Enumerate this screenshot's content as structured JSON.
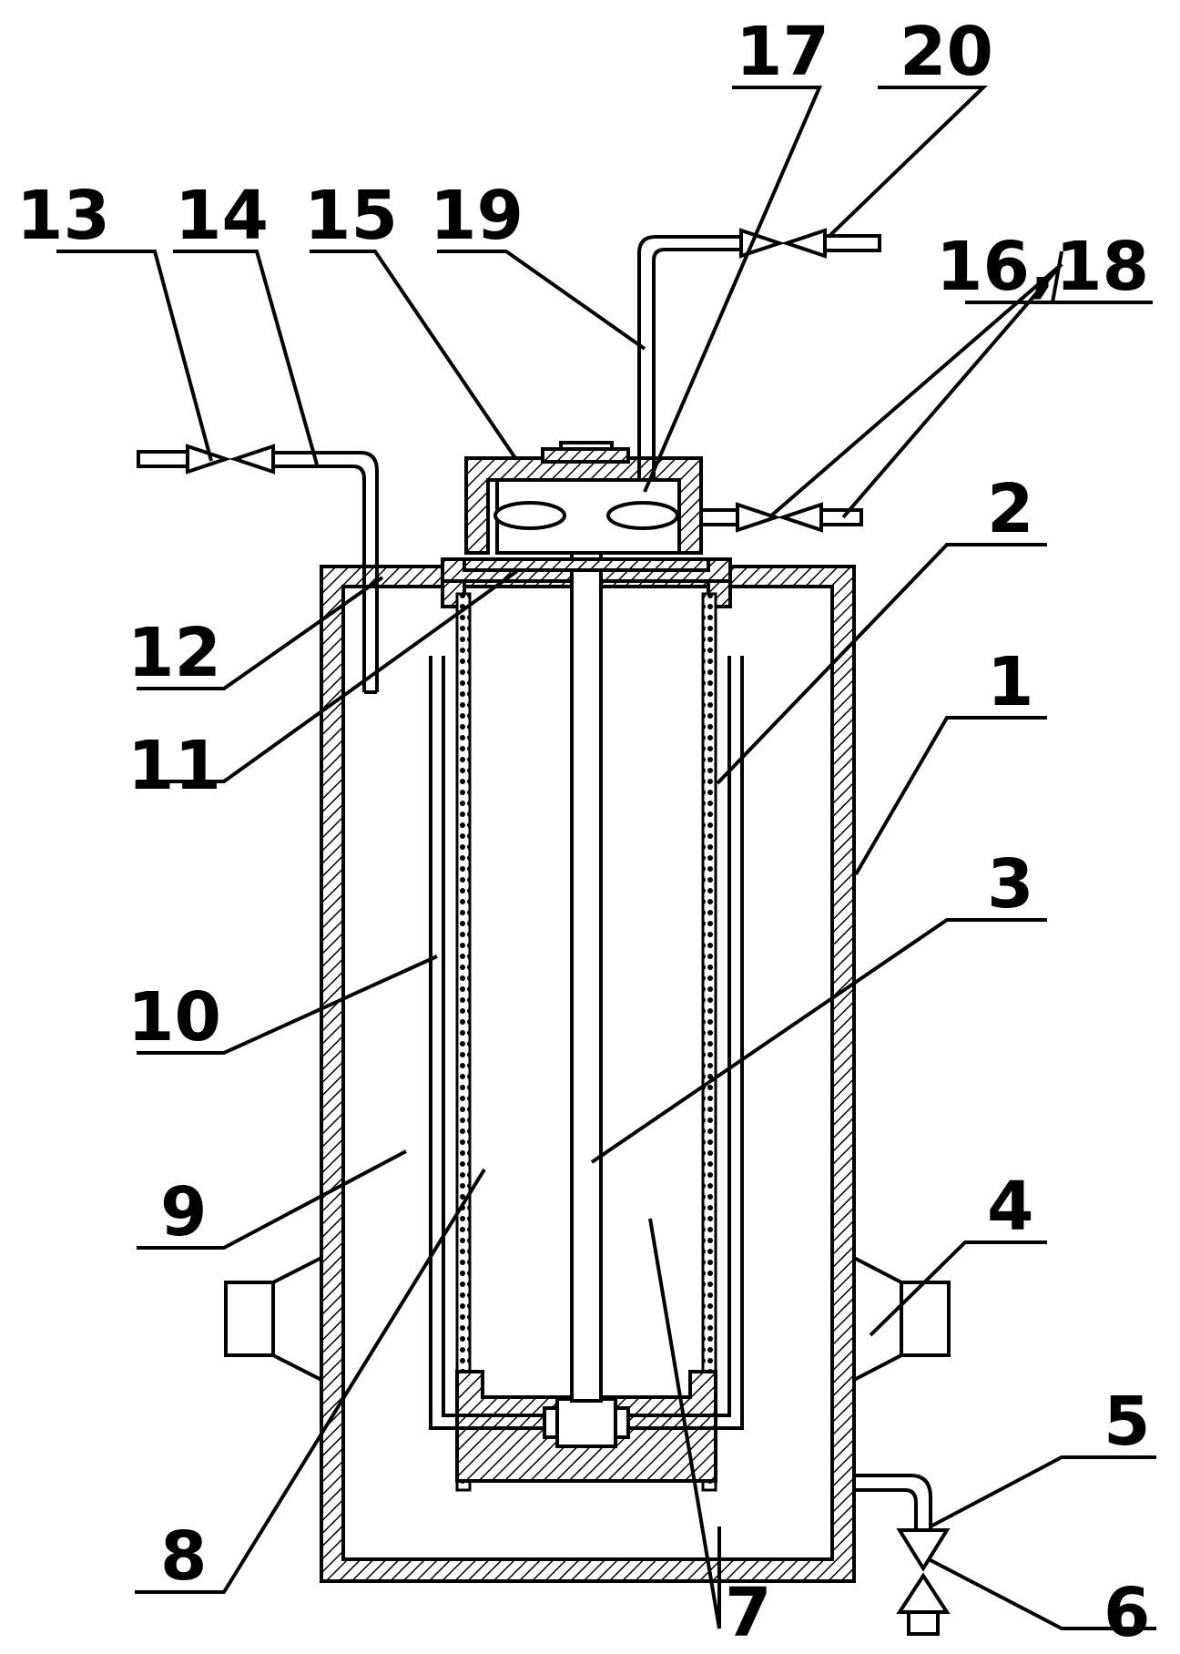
{
  "labels": {
    "l1": "1",
    "l2": "2",
    "l3": "3",
    "l4": "4",
    "l5": "5",
    "l6": "6",
    "l7": "7",
    "l8": "8",
    "l9": "9",
    "l10": "10",
    "l11": "11",
    "l12": "12",
    "l13": "13",
    "l14": "14",
    "l15": "15",
    "l16_18": "16,18",
    "l17": "17",
    "l19": "19",
    "l20": "20"
  },
  "colors": {
    "ink": "#000000",
    "paper": "#ffffff"
  }
}
